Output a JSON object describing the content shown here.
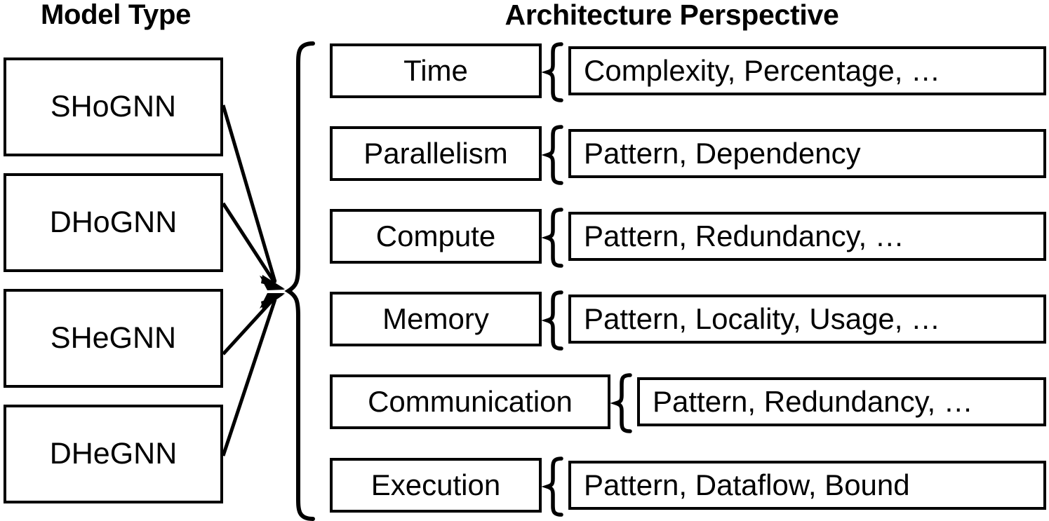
{
  "headers": {
    "left": "Model Type",
    "right": "Architecture Perspective"
  },
  "model_types": [
    {
      "label": "SHoGNN"
    },
    {
      "label": "DHoGNN"
    },
    {
      "label": "SHeGNN"
    },
    {
      "label": "DHeGNN"
    }
  ],
  "perspectives": [
    {
      "label": "Time",
      "details": "Complexity, Percentage, …"
    },
    {
      "label": "Parallelism",
      "details": "Pattern, Dependency"
    },
    {
      "label": "Compute",
      "details": "Pattern, Redundancy, …"
    },
    {
      "label": "Memory",
      "details": "Pattern, Locality, Usage, …"
    },
    {
      "label": "Communication",
      "details": "Pattern, Redundancy, …"
    },
    {
      "label": "Execution",
      "details": "Pattern, Dataflow, Bound"
    }
  ],
  "connectors": {
    "arrow_count": 4,
    "big_brace_icon": "left-curly-brace-icon",
    "row_brace_icon": "curly-brace-icon"
  },
  "colors": {
    "ink": "#000000",
    "background": "#ffffff"
  }
}
